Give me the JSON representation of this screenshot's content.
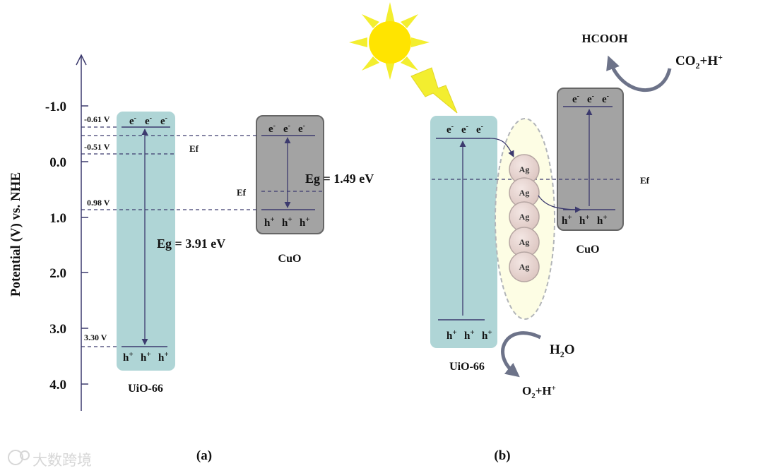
{
  "colors": {
    "uio66_fill": "#afd5d6",
    "cuo_fill": "#a3a3a3",
    "cuo_stroke": "#666666",
    "line": "#3c3a6e",
    "ag_fill": "#ead7d2",
    "ag_stroke": "#b6a6a3",
    "ellipse_fill": "#fdfde4",
    "ellipse_stroke": "#b2b5b9",
    "curve_arrow": "#6d7389",
    "sun_core": "#ffe400",
    "sun_rays": "#f3ee2f",
    "watermark": "#d7d7d7"
  },
  "axis": {
    "ylabel": "Potential (V) vs. NHE",
    "ticks": [
      "-1.0",
      "0.0",
      "1.0",
      "2.0",
      "3.0",
      "4.0"
    ]
  },
  "panel_a": {
    "caption": "(a)",
    "uio66": {
      "name": "UiO-66",
      "cb_potential_label": "-0.61 V",
      "shifted_cb_label": "-0.51 V",
      "vb_label": "0.98 V",
      "bottom_label": "3.30 V",
      "gap_label": "Eg = 3.91 eV",
      "electrons": [
        "e",
        "e",
        "e"
      ],
      "holes": [
        "h",
        "h",
        "h"
      ]
    },
    "cuo": {
      "name": "CuO",
      "gap_label": "Eg = 1.49 eV",
      "fermi_label": "Ef",
      "electrons": [
        "e",
        "e",
        "e"
      ],
      "holes": [
        "h",
        "h",
        "h"
      ]
    },
    "fermi_label": "Ef"
  },
  "panel_b": {
    "caption": "(b)",
    "uio66_name": "UiO-66",
    "cuo_name": "CuO",
    "fermi_label": "Ef",
    "ag_labels": [
      "Ag",
      "Ag",
      "Ag",
      "Ag",
      "Ag"
    ],
    "product_hcooh": "HCOOH",
    "reactant_co2_main": "CO",
    "reactant_co2_sub": "2",
    "reactant_co2_tail": "+H",
    "reactant_co2_sup": "+",
    "reactant_h2o_main": "H",
    "reactant_h2o_sub": "2",
    "reactant_h2o_tail": "O",
    "product_o2_main": "O",
    "product_o2_sub": "2",
    "product_o2_tail": "+H",
    "product_o2_sup": "+",
    "electrons_uio": [
      "e",
      "e",
      "e"
    ],
    "holes_uio": [
      "h",
      "h",
      "h"
    ],
    "electrons_cuo": [
      "e",
      "e",
      "e"
    ],
    "holes_cuo": [
      "h",
      "h",
      "h"
    ]
  },
  "charge_sup": {
    "electron": "-",
    "hole": "+"
  },
  "watermark": "大数跨境"
}
